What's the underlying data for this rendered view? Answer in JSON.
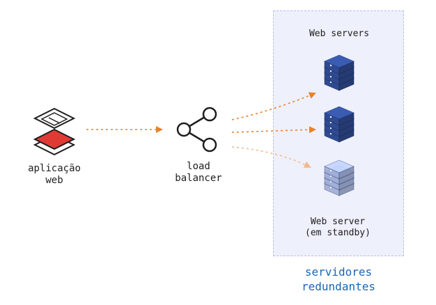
{
  "nodes": {
    "client": {
      "label_line1": "aplicação",
      "label_line2": "web"
    },
    "load_balancer": {
      "label_line1": "load",
      "label_line2": "balancer"
    },
    "servers_group": {
      "title": "Web servers",
      "caption_line1": "servidores",
      "caption_line2": "redundantes",
      "standby_label_line1": "Web server",
      "standby_label_line2": "(em standby)"
    }
  },
  "colors": {
    "arrow": "#e8822a",
    "server_blue": "#2f4a8f",
    "server_standby": "#9aa9d2",
    "stack_red": "#e03a35",
    "group_bg": "#eef0fb",
    "caption": "#1a66b5"
  },
  "icons": {
    "client": "layered-stack-icon",
    "load_balancer": "share-nodes-icon",
    "server": "server-stack-icon"
  }
}
